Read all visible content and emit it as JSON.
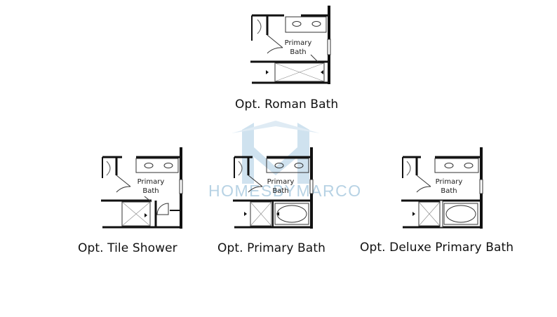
{
  "watermark": {
    "text": "HOMESBYMARCO",
    "color": "#8cb8d6"
  },
  "plans": [
    {
      "id": "roman",
      "caption": "Opt. Roman Bath",
      "room": [
        "Primary",
        "Bath"
      ],
      "variant": "roman"
    },
    {
      "id": "tile",
      "caption": "Opt. Tile Shower",
      "room": [
        "Primary",
        "Bath"
      ],
      "variant": "tile"
    },
    {
      "id": "primary",
      "caption": "Opt. Primary Bath",
      "room": [
        "Primary",
        "Bath"
      ],
      "variant": "primary"
    },
    {
      "id": "deluxe",
      "caption": "Opt. Deluxe Primary Bath",
      "room": [
        "Primary",
        "Bath"
      ],
      "variant": "deluxe"
    }
  ],
  "colors": {
    "wall": "#111111",
    "line": "#333333",
    "text": "#111111"
  }
}
